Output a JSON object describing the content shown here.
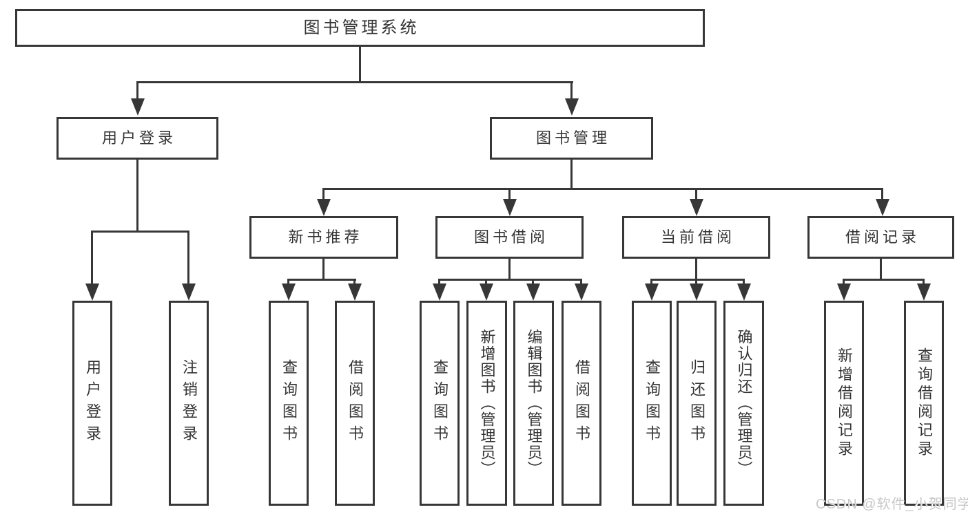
{
  "diagram": {
    "root": {
      "label": "图书管理系统"
    },
    "branches": {
      "user_login": {
        "label": "用户登录",
        "children": [
          {
            "label": "用户登录"
          },
          {
            "label": "注销登录"
          }
        ]
      },
      "book_mgmt": {
        "label": "图书管理",
        "groups": [
          {
            "label": "新书推荐",
            "children": [
              {
                "label": "查询图书"
              },
              {
                "label": "借阅图书"
              }
            ]
          },
          {
            "label": "图书借阅",
            "children": [
              {
                "label": "查询图书"
              },
              {
                "label": "新增图书（管理员）"
              },
              {
                "label": "编辑图书（管理员）"
              },
              {
                "label": "借阅图书"
              }
            ]
          },
          {
            "label": "当前借阅",
            "children": [
              {
                "label": "查询图书"
              },
              {
                "label": "归还图书"
              },
              {
                "label": "确认归还（管理员）"
              }
            ]
          },
          {
            "label": "借阅记录",
            "children": [
              {
                "label": "新增借阅记录"
              },
              {
                "label": "查询借阅记录"
              }
            ]
          }
        ]
      }
    }
  },
  "watermark": {
    "text": "CSDN @软件_小贺同学"
  },
  "colors": {
    "line": "#373737",
    "text": "#333333",
    "box_background": "#ffffff",
    "page_background": "#ffffff",
    "watermark": "#c7c8ca"
  }
}
